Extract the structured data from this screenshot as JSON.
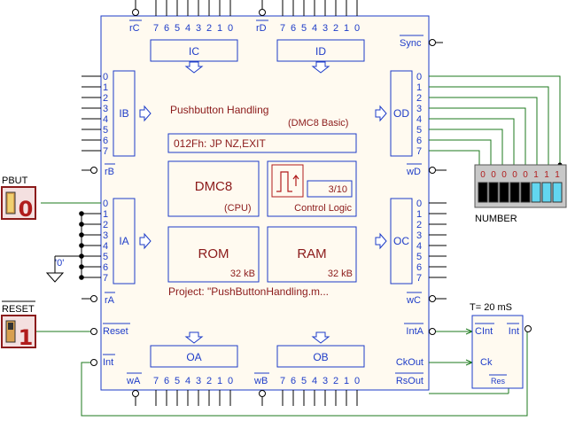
{
  "header": {
    "rc": "rC",
    "rd": "rD",
    "sync": "Sync",
    "ic": "IC",
    "id": "ID",
    "top_bits_c": [
      "7",
      "6",
      "5",
      "4",
      "3",
      "2",
      "1",
      "0"
    ],
    "top_bits_d": [
      "7",
      "6",
      "5",
      "4",
      "3",
      "2",
      "1",
      "0"
    ]
  },
  "ports": {
    "ib": "IB",
    "ia": "IA",
    "od": "OD",
    "oc": "OC",
    "oa": "OA",
    "ob": "OB",
    "rb": "rB",
    "ra": "rA",
    "wd": "wD",
    "wc": "wC",
    "wa": "wA",
    "wb": "wB",
    "left_bits": [
      "0",
      "1",
      "2",
      "3",
      "4",
      "5",
      "6",
      "7"
    ],
    "right_bits": [
      "0",
      "1",
      "2",
      "3",
      "4",
      "5",
      "6",
      "7"
    ],
    "bottom_bits_a": [
      "7",
      "6",
      "5",
      "4",
      "3",
      "2",
      "1",
      "0"
    ],
    "bottom_bits_b": [
      "7",
      "6",
      "5",
      "4",
      "3",
      "2",
      "1",
      "0"
    ]
  },
  "core": {
    "title": "Pushbutton Handling",
    "subtitle": "(DMC8 Basic)",
    "instruction": "012Fh:  JP   NZ,EXIT",
    "dmc8": "DMC8",
    "cpu": "(CPU)",
    "counter": "3/10",
    "control_logic": "Control Logic",
    "rom": "ROM",
    "rom_size": "32 kB",
    "ram": "RAM",
    "ram_size": "32 kB",
    "project": "Project:  \"PushButtonHandling.m..."
  },
  "side_pins": {
    "reset": "Reset",
    "int": "Int",
    "inta": "IntA",
    "ckout": "CkOut",
    "rsout": "RsOut"
  },
  "pbut": {
    "label": "PBUT",
    "value": "0"
  },
  "reset_switch": {
    "label": "RESET",
    "value": "1"
  },
  "ground": {
    "label": "'0'"
  },
  "number": {
    "label": "NUMBER",
    "bits": [
      "0",
      "0",
      "0",
      "0",
      "0",
      "1",
      "1",
      "1"
    ],
    "lit": [
      false,
      false,
      false,
      false,
      false,
      true,
      true,
      true
    ],
    "color_on": "#62d6f0",
    "color_off": "#000000"
  },
  "timer": {
    "title": "T= 20 mS",
    "cint": "CInt",
    "int": "Int",
    "ck": "Ck",
    "res": "Res"
  },
  "colors": {
    "accent": "#1e3cc8",
    "label": "#8b1a1a",
    "wire_green": "#1c7a1c",
    "panel": "#fffaf0"
  }
}
